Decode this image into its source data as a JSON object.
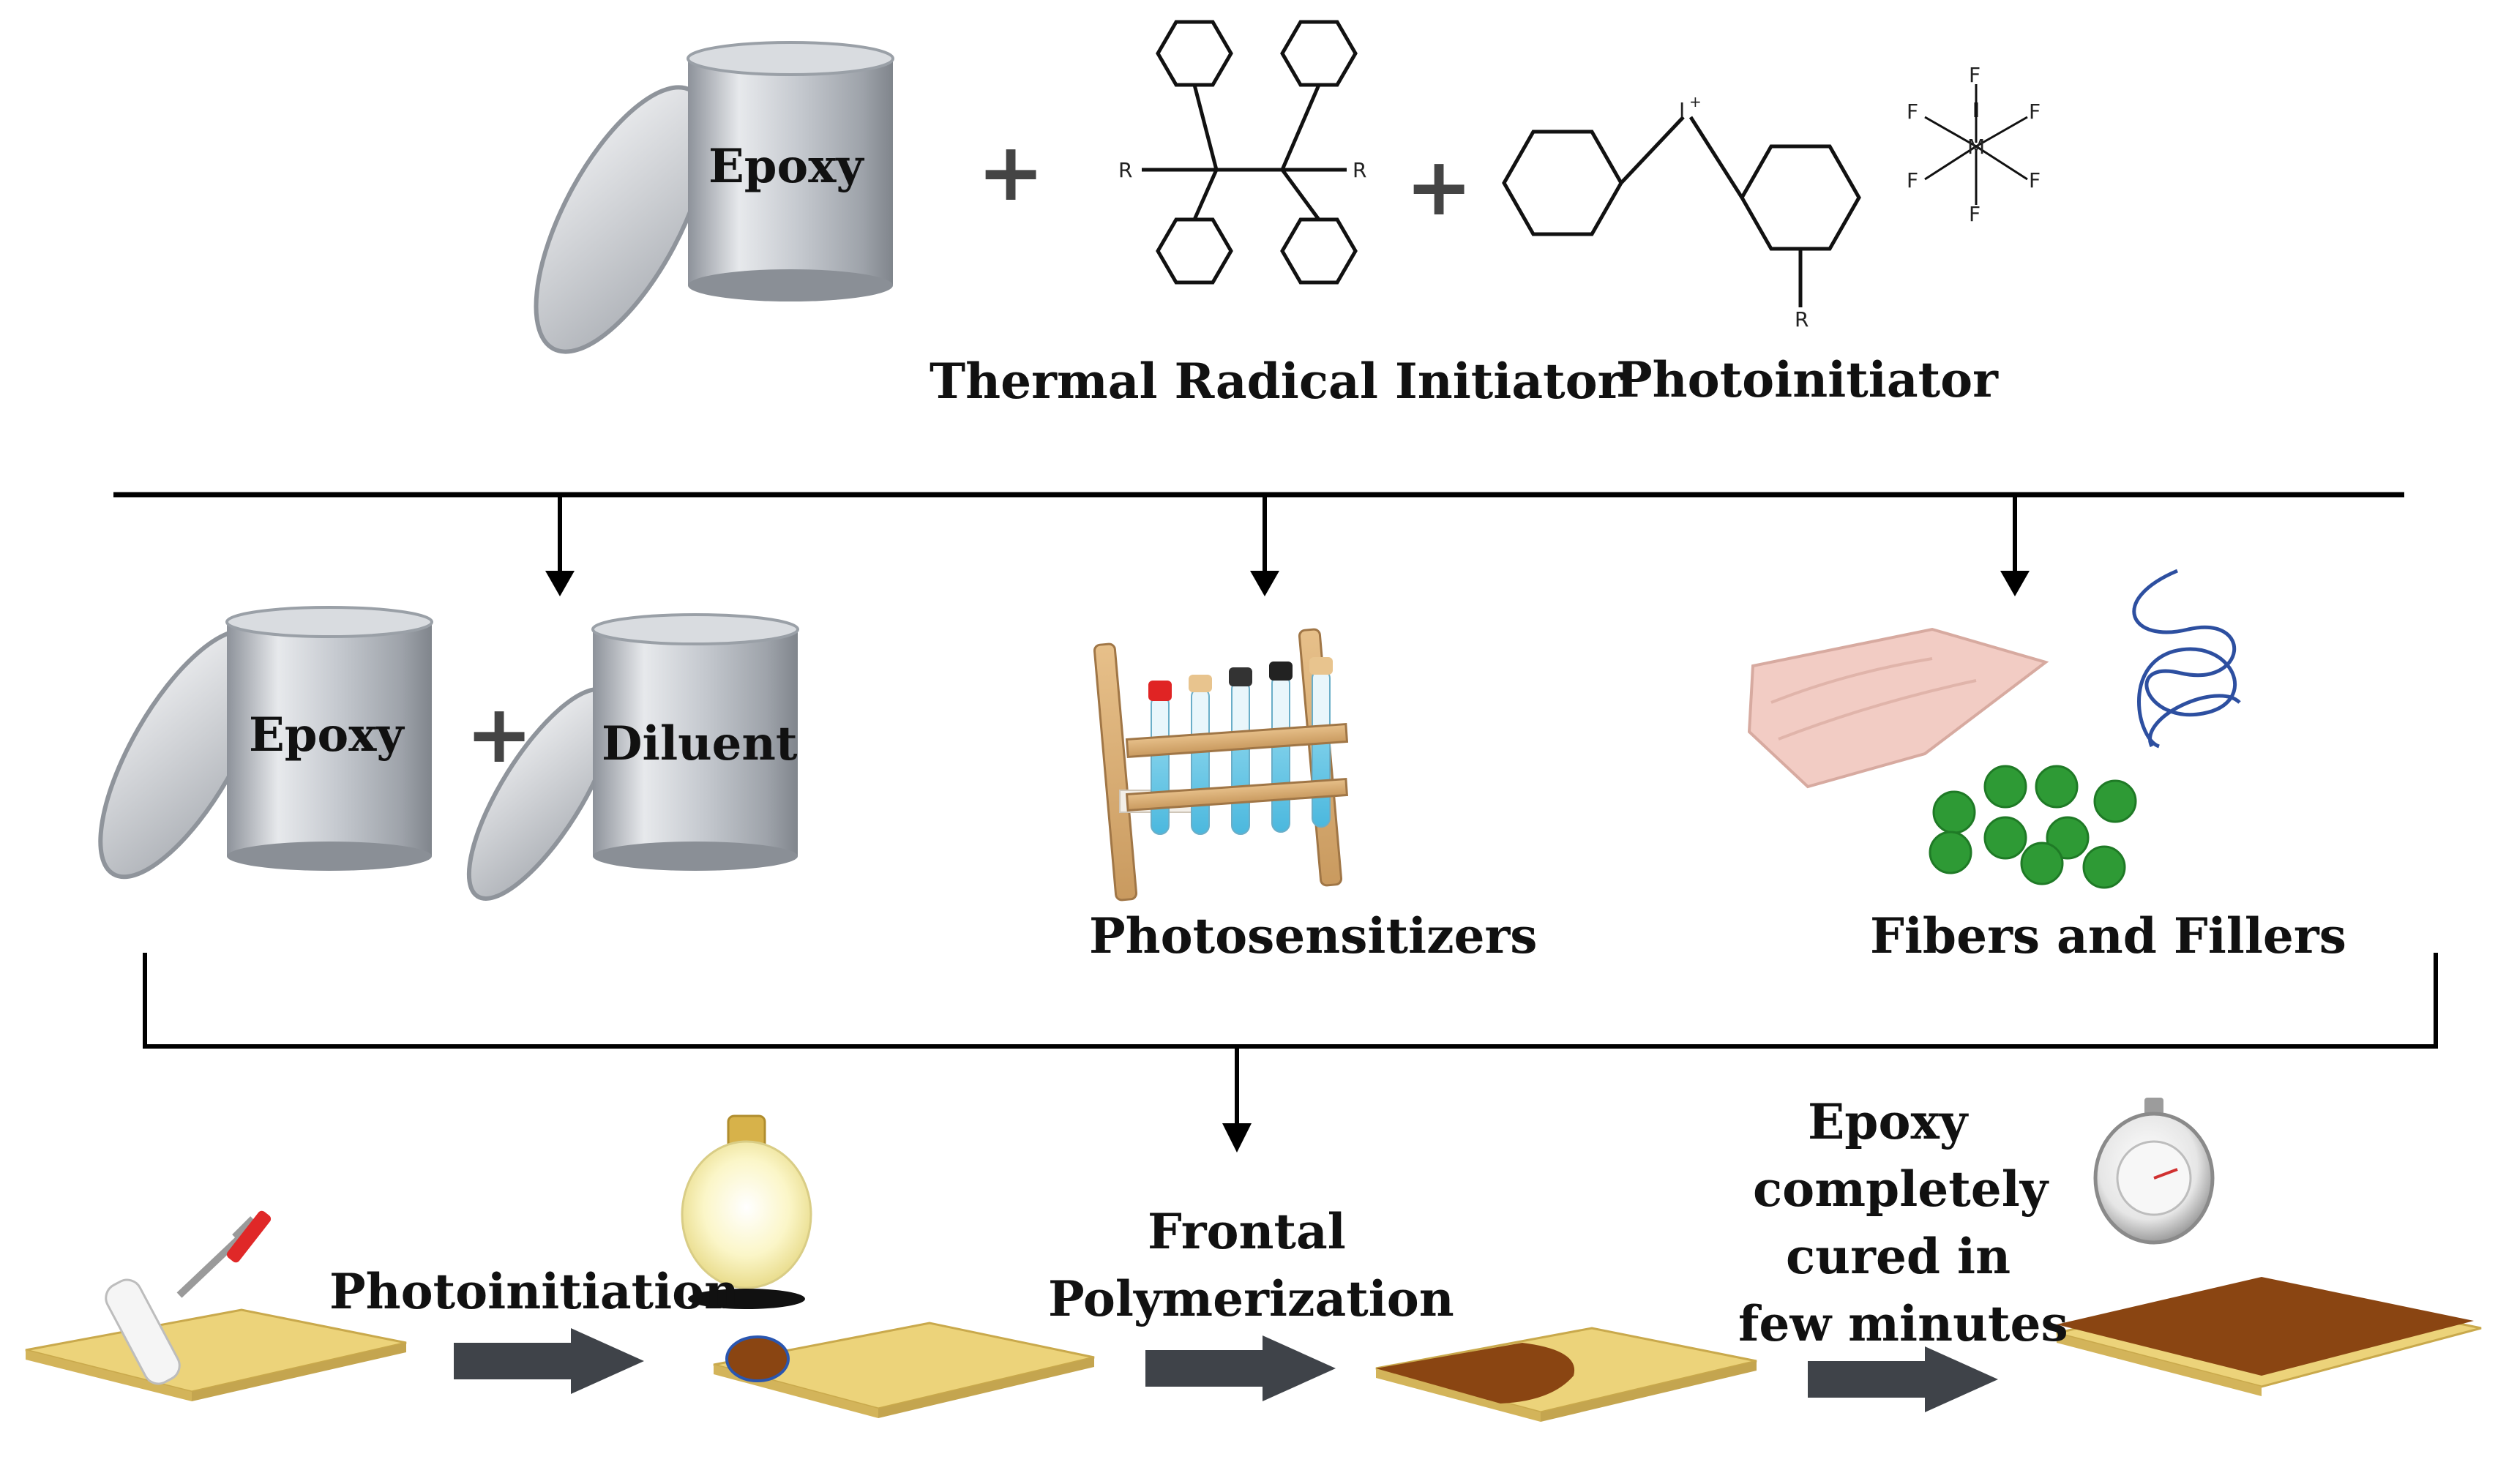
{
  "top": {
    "epoxy_label": "Epoxy",
    "plus_1": "+",
    "plus_2": "+",
    "thermal_initiator_label": "Thermal Radical Initiator",
    "photoinitiator_label": "Photoinitiator",
    "chem": {
      "r_group": "R",
      "iodonium_atom": "I",
      "iodonium_charge": "+",
      "central_atom": "M",
      "fluorine": "F"
    }
  },
  "middle": {
    "epoxy_label": "Epoxy",
    "plus": "+",
    "diluent_label": "Diluent",
    "photosensitizers_label": "Photosensitizers",
    "fibers_fillers_label": "Fibers and Fillers"
  },
  "bottom": {
    "step1_label": "Photoinitiation",
    "step2_label_line1": "Frontal",
    "step2_label_line2": "Polymerization",
    "step3_label_line1": "Epoxy",
    "step3_label_line2": "completely",
    "step3_label_line3": "cured in",
    "step3_label_line4": "few minutes"
  },
  "colors": {
    "sheet_yellow": "#ecd37a",
    "cured_brown": "#8a4512",
    "arrow_gray": "#3f4349",
    "can_silver": "#c8ccd2",
    "filler_green": "#2e9a35",
    "fiber_blue": "#2d4fa0"
  }
}
